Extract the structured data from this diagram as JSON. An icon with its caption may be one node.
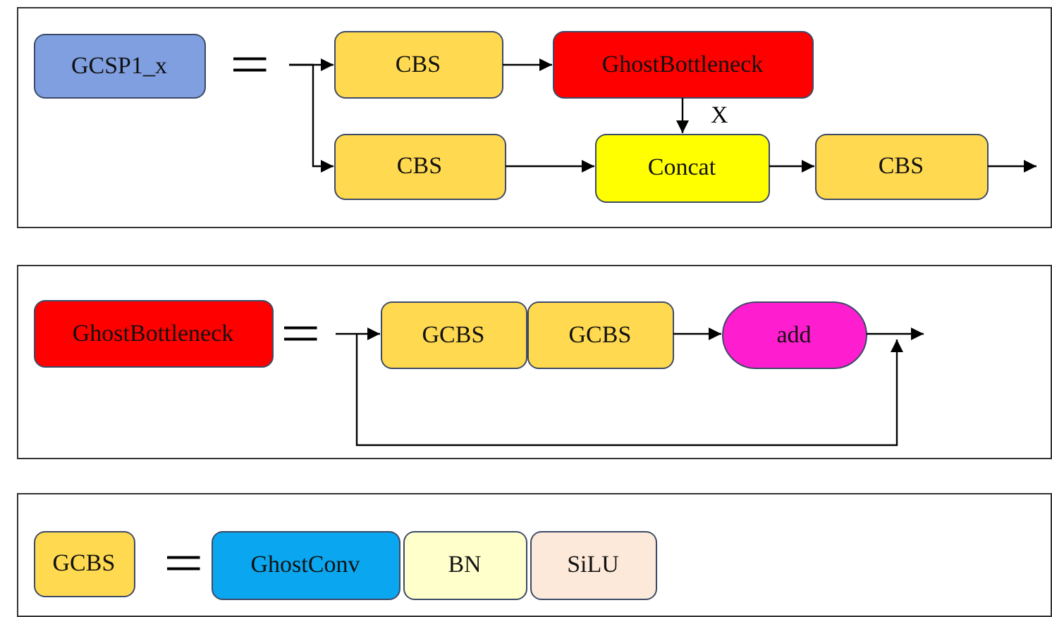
{
  "diagram": {
    "nodes": [
      {
        "text": [],
        "shape": "box"
      },
      {
        "text": [
          "GCSP1_x"
        ],
        "in": 0
      },
      {
        "text": [
          "CBS"
        ],
        "in": 0
      },
      {
        "text": [
          "GhostBottleneck"
        ],
        "in": 0
      },
      {
        "text": [
          "CBS"
        ],
        "in": 0
      },
      {
        "text": [
          "Concat"
        ],
        "in": 0
      },
      {
        "text": [
          "CBS"
        ],
        "in": 0
      },
      {
        "text": [],
        "shape": "box"
      },
      {
        "text": [
          "GhostBottleneck"
        ],
        "in": 7
      },
      {
        "text": [
          "GCBS"
        ],
        "in": 7
      },
      {
        "text": [
          "GCBS"
        ],
        "in": 7
      },
      {
        "text": [
          "add"
        ],
        "in": 7
      },
      {
        "text": [],
        "shape": "box"
      },
      {
        "text": [
          "GCBS"
        ],
        "in": 12
      },
      {
        "text": [
          "GhostConv"
        ],
        "in": 12
      },
      {
        "text": [
          "BN"
        ],
        "in": 12
      },
      {
        "text": [
          "SiLU"
        ],
        "in": 12
      }
    ],
    "edges": [
      {
        "from": null,
        "to": 2,
        "arrow": "to"
      },
      {
        "from": null,
        "to": 4,
        "arrow": "to"
      },
      {
        "from": 2,
        "to": 3,
        "arrow": "to"
      },
      {
        "from": 3,
        "to": 5,
        "arrow": "to",
        "label": "X"
      },
      {
        "from": 4,
        "to": 5,
        "arrow": "to"
      },
      {
        "from": 5,
        "to": 6,
        "arrow": "to"
      },
      {
        "from": 6,
        "to": null,
        "arrow": "to"
      },
      {
        "from": null,
        "to": 9,
        "arrow": "to"
      },
      {
        "from": 10,
        "to": 11,
        "arrow": "to"
      },
      {
        "from": 11,
        "to": null,
        "arrow": "to"
      }
    ],
    "labels": [
      "=",
      "=",
      "="
    ]
  }
}
